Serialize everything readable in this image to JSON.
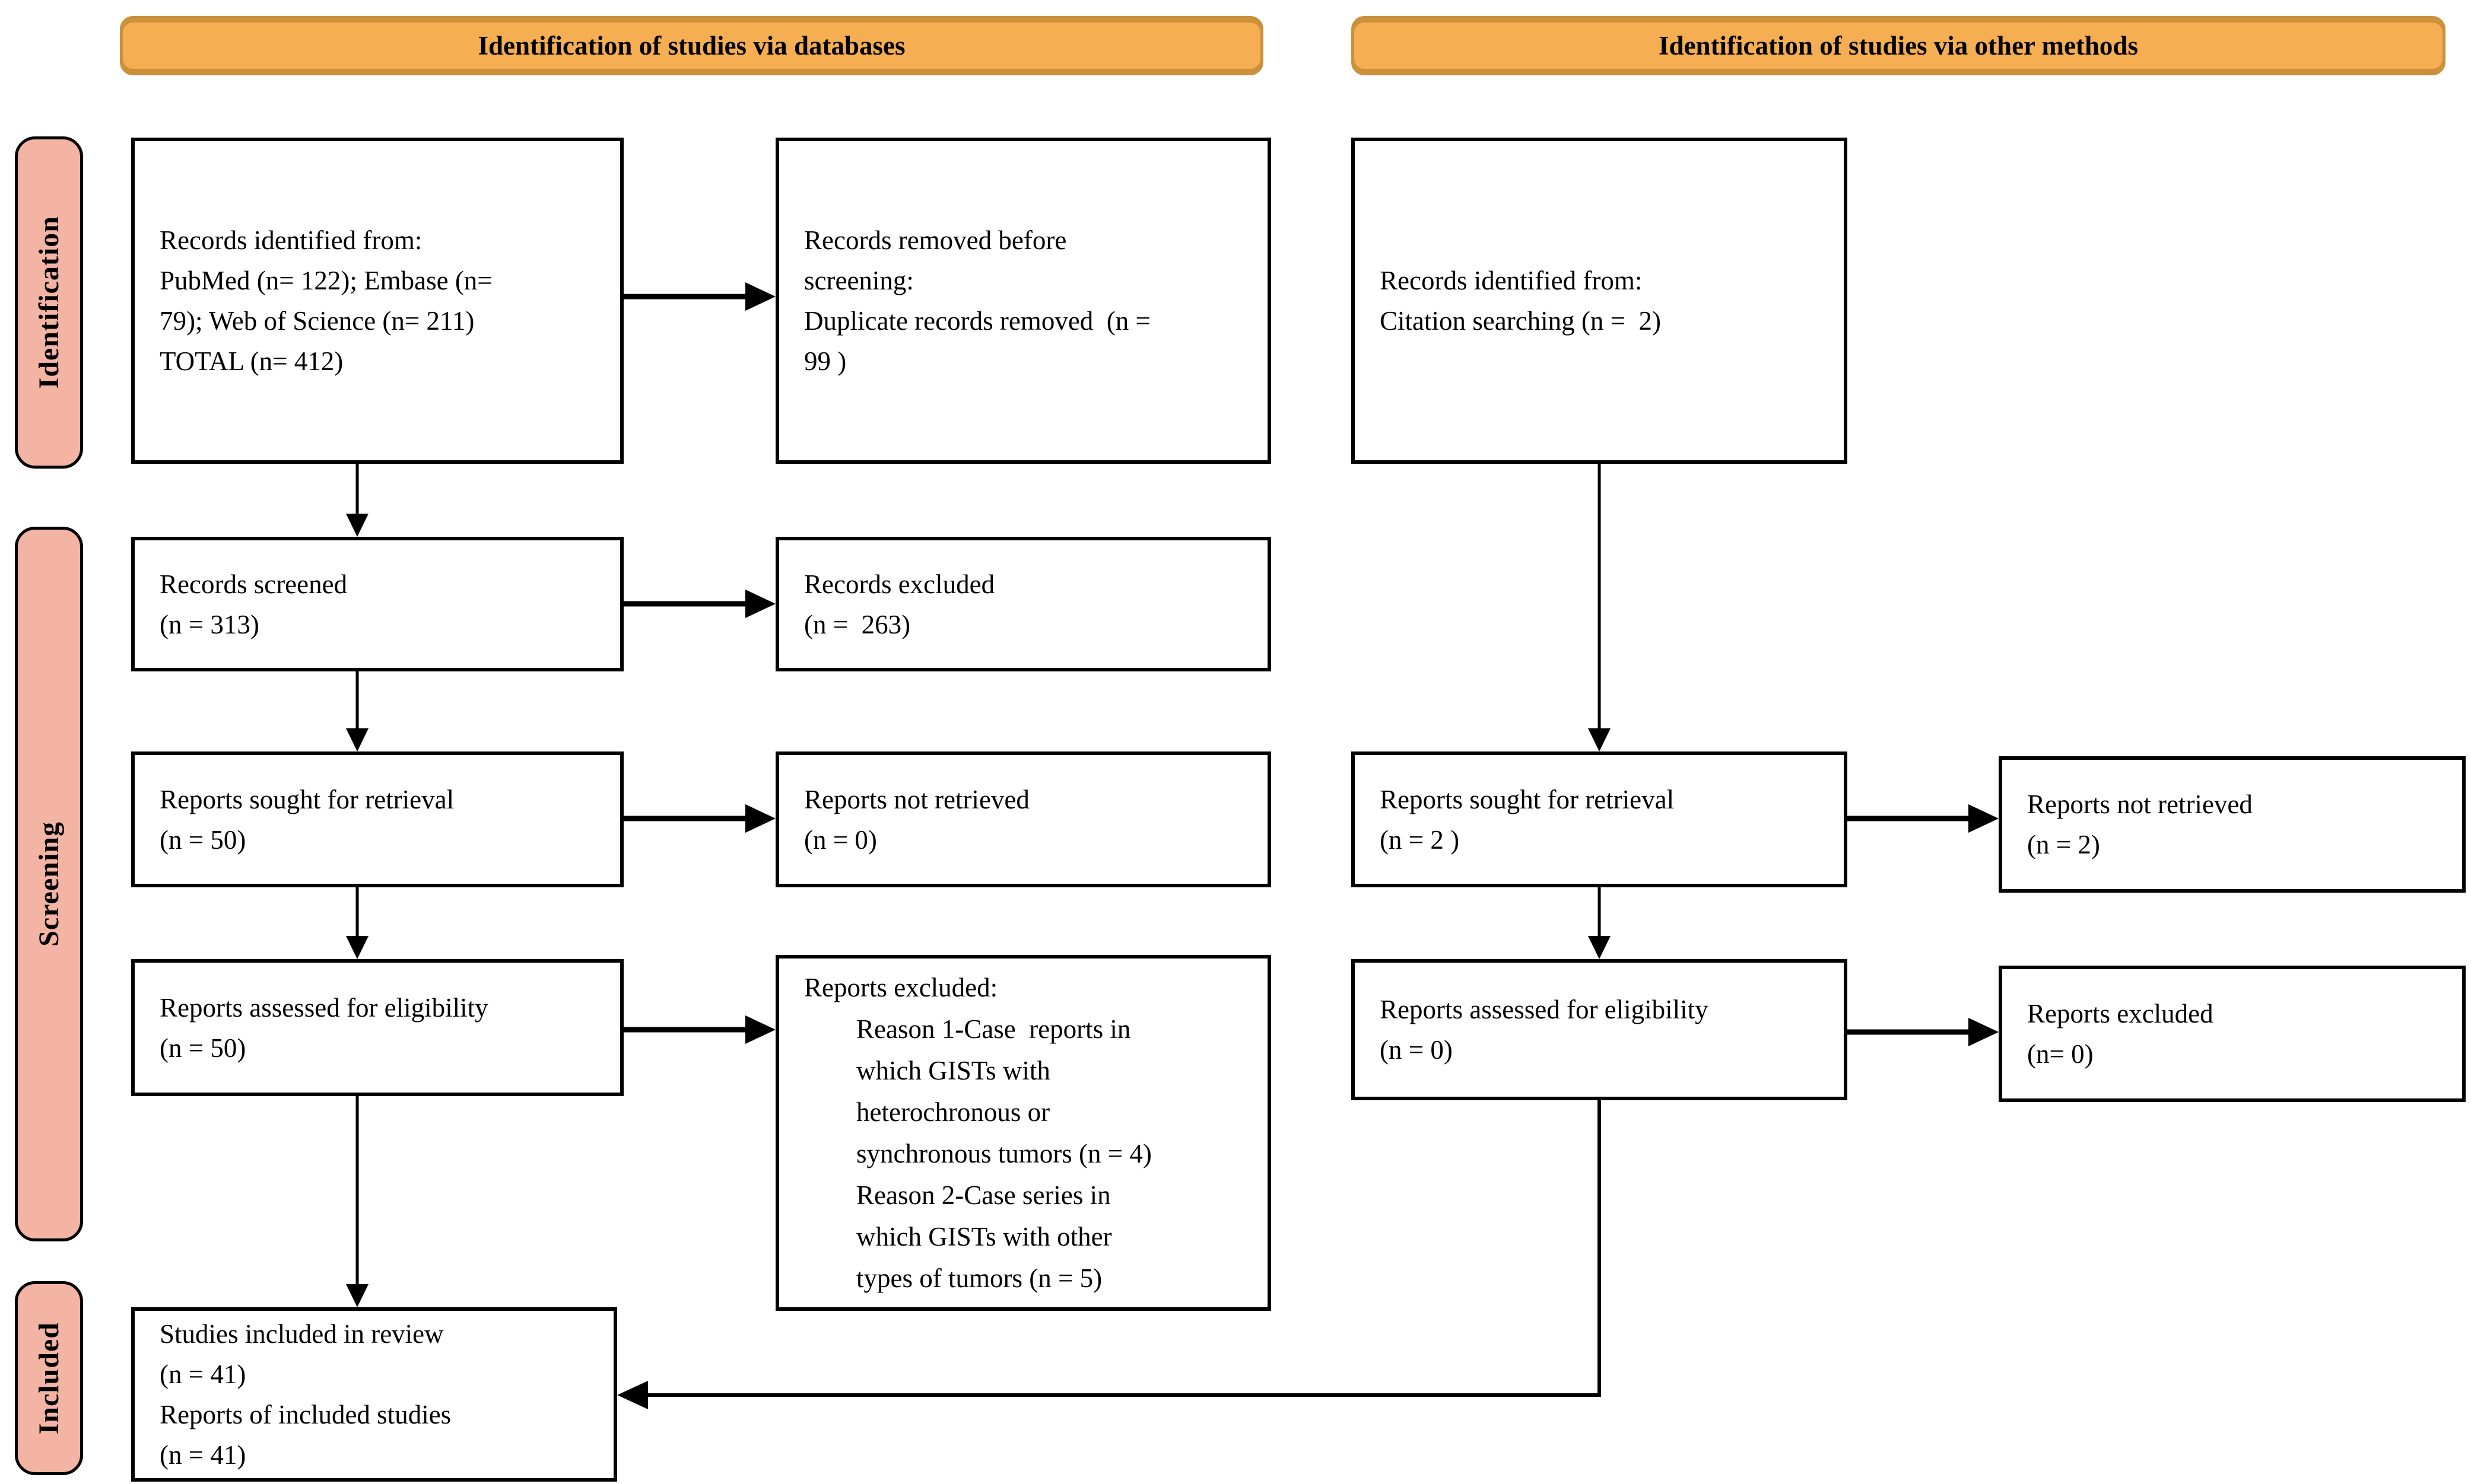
{
  "banners": {
    "left": "Identification of studies via databases",
    "right": "Identification of studies via other methods"
  },
  "stage_labels": {
    "identification": "Identification",
    "screening": "Screening",
    "included": "Included"
  },
  "boxes": {
    "records_identified_db": {
      "lines": [
        "Records identified from:",
        "PubMed (n= 122); Embase (n=",
        "79); Web of Science (n= 211)",
        "TOTAL (n= 412)"
      ]
    },
    "records_removed": {
      "lines": [
        "Records removed before",
        "screening:",
        "Duplicate records removed  (n =",
        "99 )"
      ]
    },
    "records_identified_other": {
      "lines": [
        "Records identified from:",
        "Citation searching (n =  2)"
      ]
    },
    "records_screened": {
      "lines": [
        "Records screened",
        "(n = 313)"
      ]
    },
    "records_excluded": {
      "lines": [
        "Records excluded",
        "(n =  263)"
      ]
    },
    "reports_sought_db": {
      "lines": [
        "Reports sought for retrieval",
        "(n = 50)"
      ]
    },
    "reports_not_retrieved_db": {
      "lines": [
        "Reports not retrieved",
        "(n = 0)"
      ]
    },
    "reports_sought_other": {
      "lines": [
        "Reports sought for retrieval",
        "(n = 2 )"
      ]
    },
    "reports_not_retrieved_other": {
      "lines": [
        "Reports not retrieved",
        "(n = 2)"
      ]
    },
    "reports_assessed_db": {
      "lines": [
        "Reports assessed for eligibility",
        "(n = 50)"
      ]
    },
    "reports_excluded_reasons": {
      "title": "Reports excluded:",
      "lines": [
        "Reason 1-Case  reports in",
        "which GISTs with",
        "heterochronous or",
        "synchronous tumors (n = 4)",
        "Reason 2-Case series in",
        "which GISTs with other",
        "types of tumors (n = 5)"
      ]
    },
    "reports_assessed_other": {
      "lines": [
        "Reports assessed for eligibility",
        "(n = 0)"
      ]
    },
    "reports_excluded_other": {
      "lines": [
        "Reports excluded",
        "(n= 0)"
      ]
    },
    "studies_included": {
      "lines": [
        "Studies included in review",
        "(n = 41)",
        "Reports of included studies",
        "(n = 41)"
      ]
    }
  },
  "colors": {
    "banner_fill": "#F5AE52",
    "banner_border": "#C8913B",
    "stage_tab_fill": "#F4B4A4",
    "box_border": "#000000",
    "arrow": "#000000"
  }
}
